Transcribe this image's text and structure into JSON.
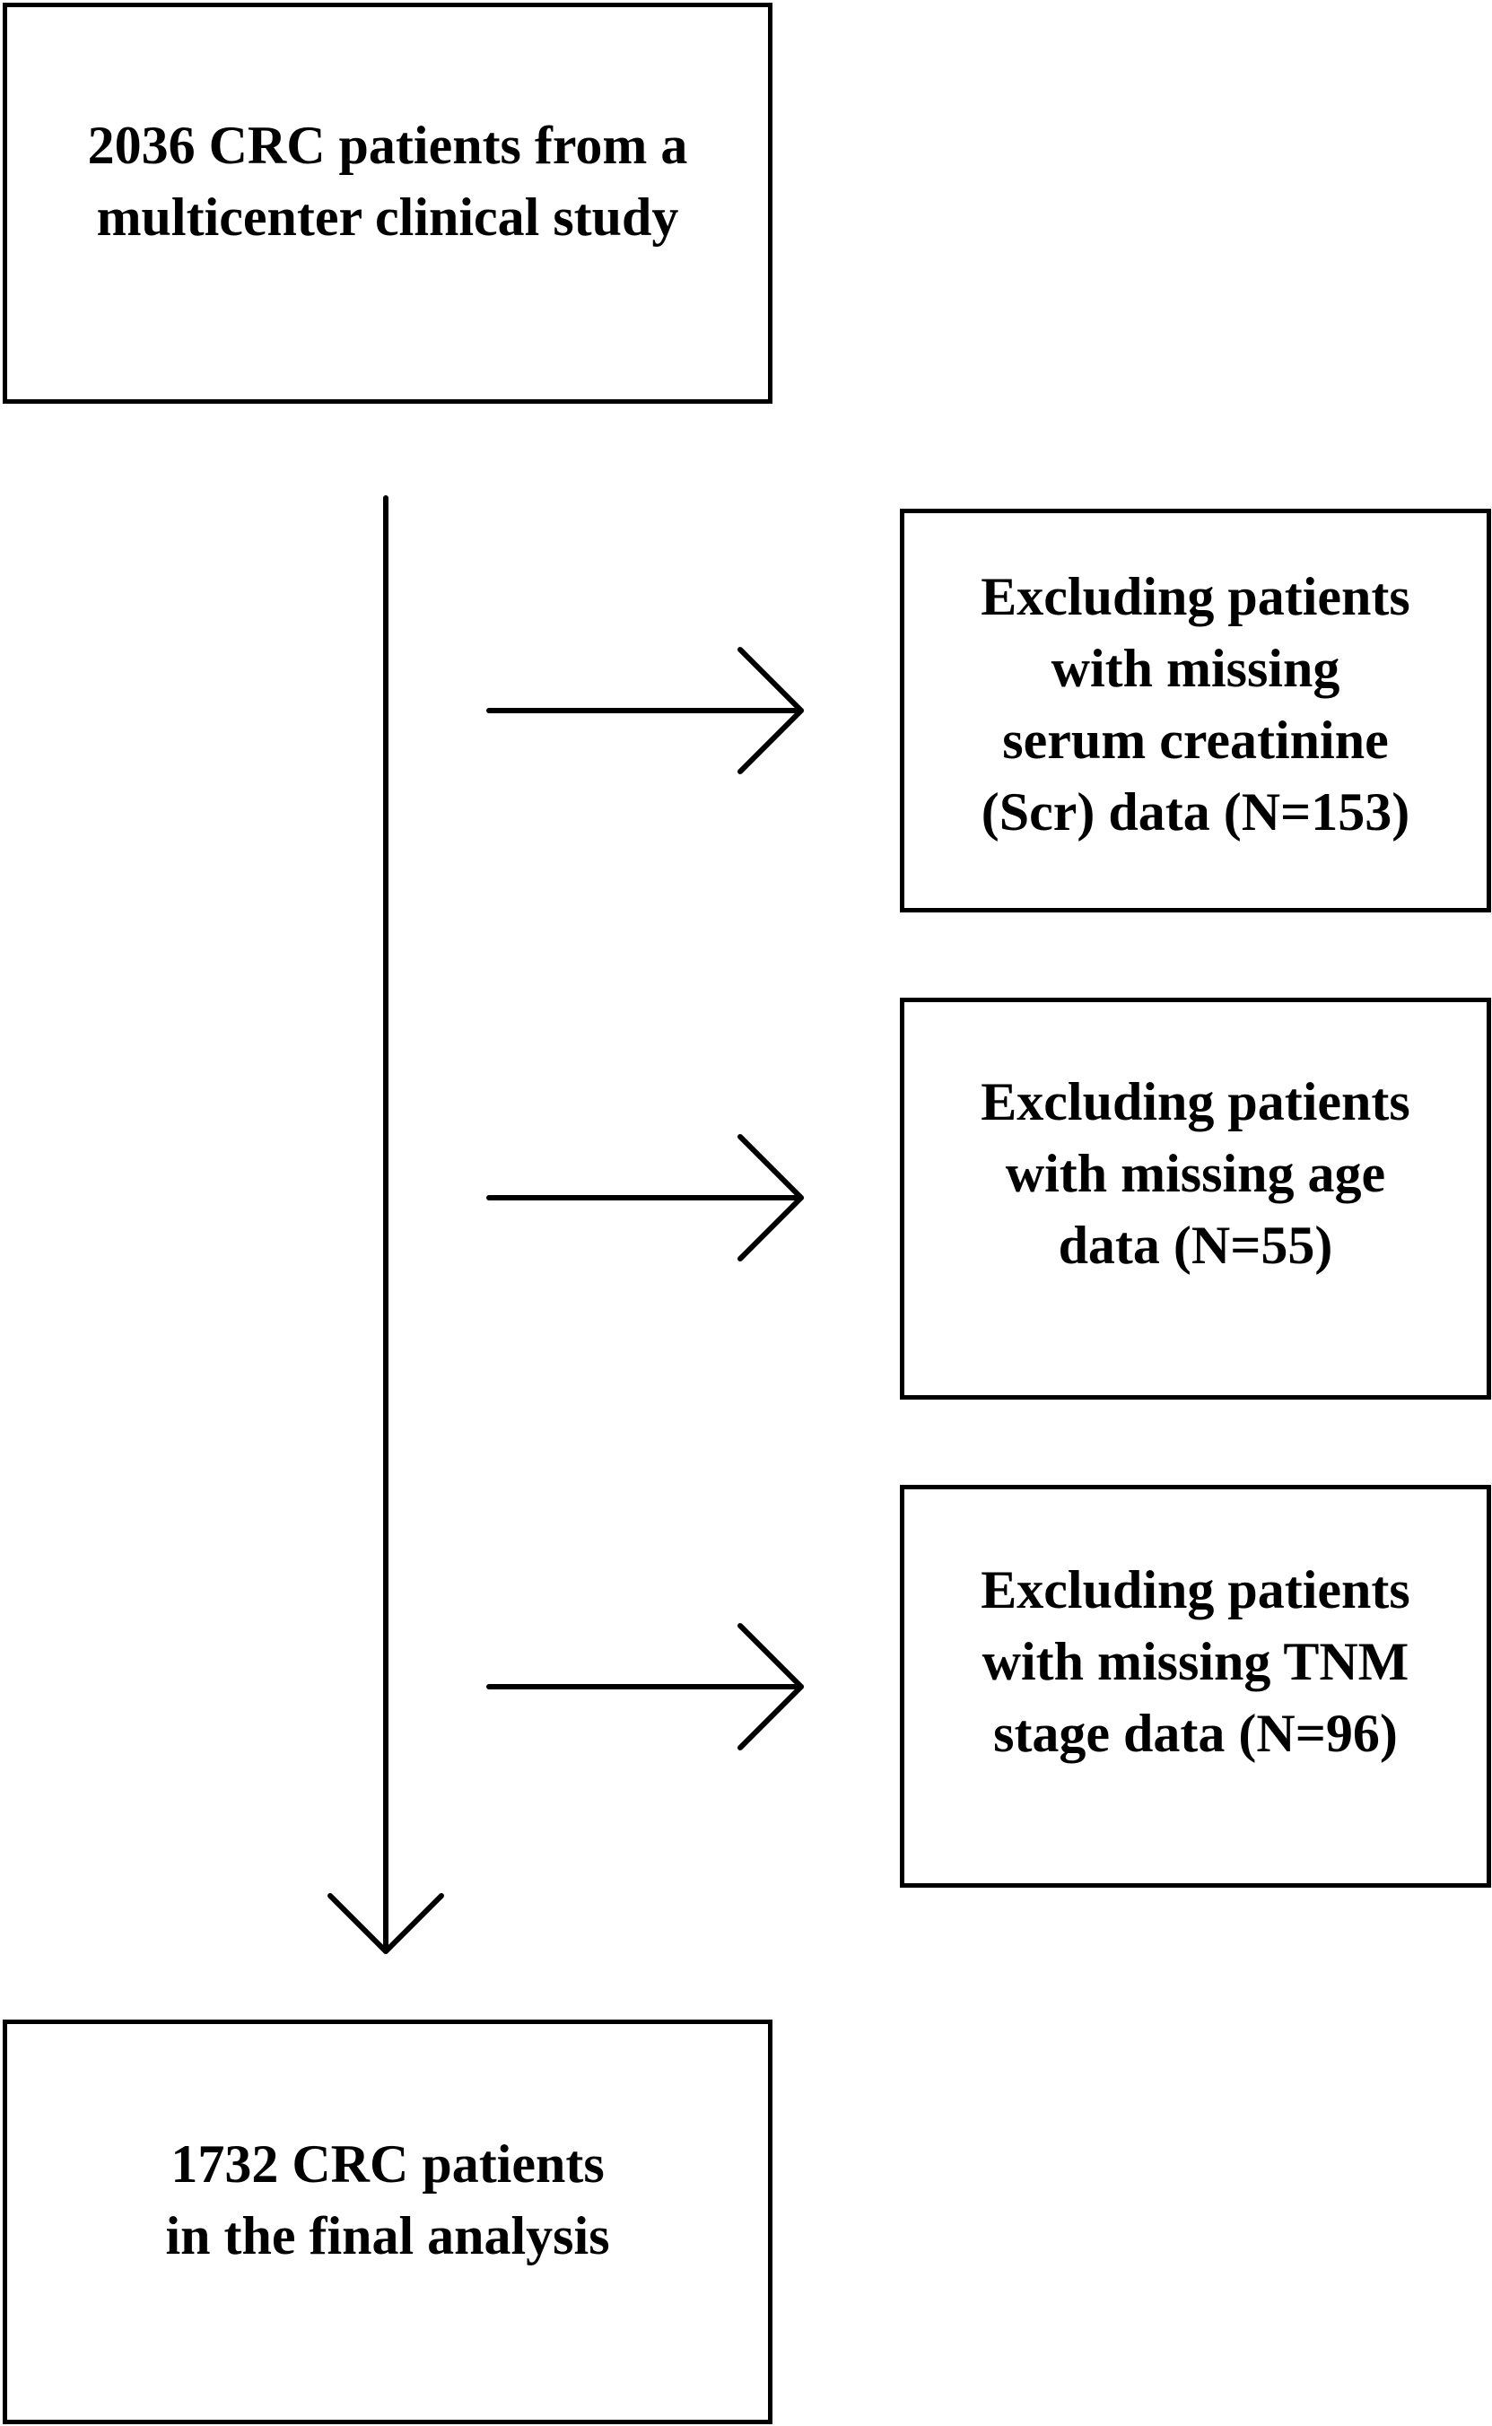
{
  "diagram": {
    "start": {
      "text": "2036 CRC patients from a\nmulticenter clinical study"
    },
    "exclusions": [
      {
        "text": "Excluding patients\nwith missing\nserum creatinine\n(Scr) data (N=153)"
      },
      {
        "text": "Excluding patients\nwith missing age\ndata (N=55)"
      },
      {
        "text": "Excluding patients\nwith missing TNM\nstage data (N=96)"
      }
    ],
    "end": {
      "text": "1732 CRC patients\nin the final analysis"
    },
    "colors": {
      "stroke": "#000000",
      "background": "#ffffff"
    }
  }
}
